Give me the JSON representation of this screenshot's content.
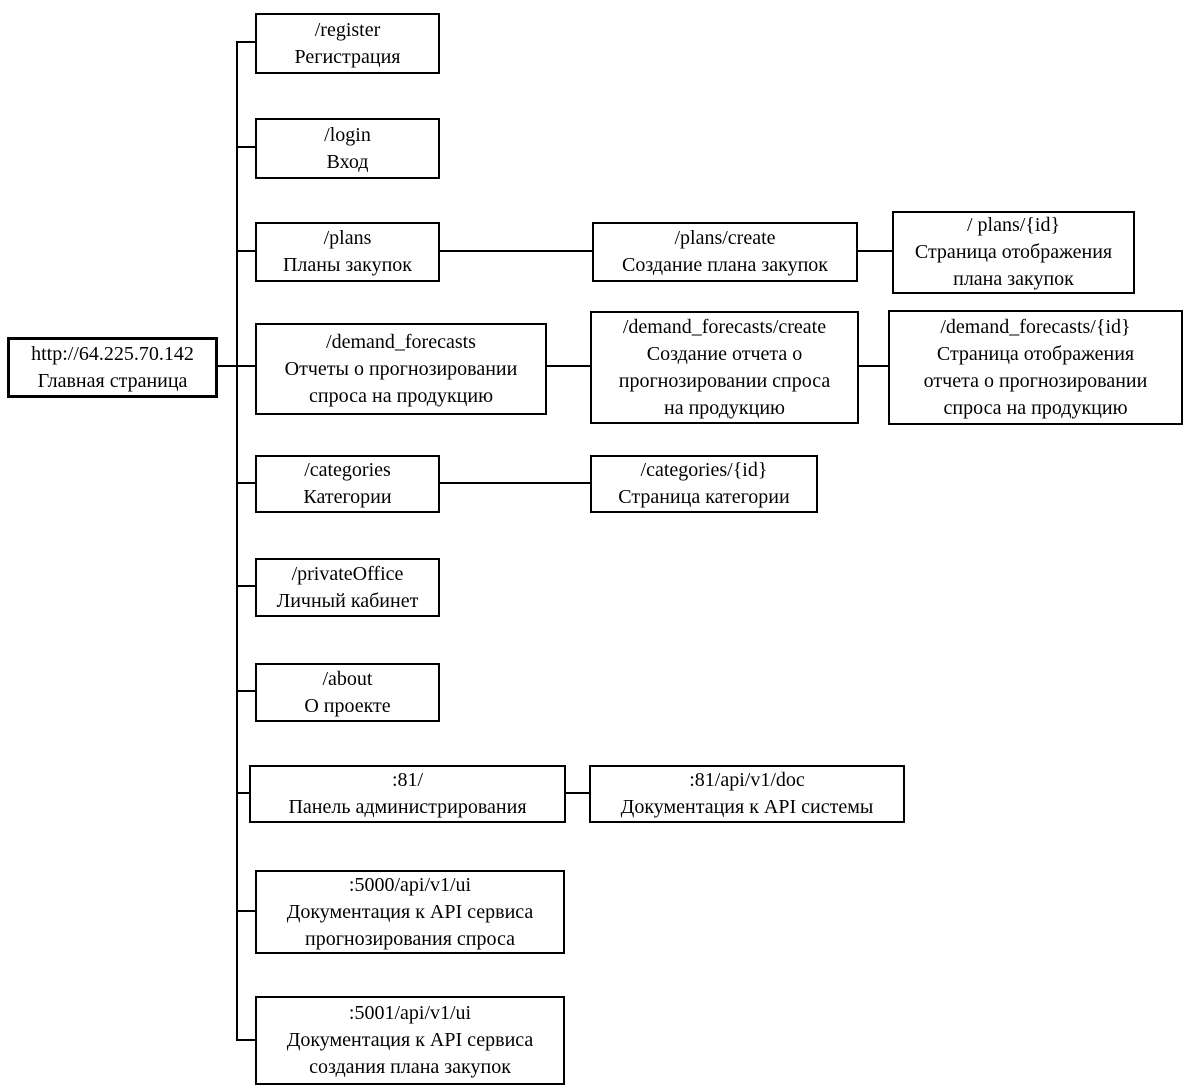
{
  "diagram": {
    "title": "Site map of http://64.225.70.142",
    "background_color": "#ffffff",
    "line_color": "#000000",
    "nodes": {
      "root": {
        "path": "http://64.225.70.142",
        "label": "Главная страница"
      },
      "register": {
        "path": "/register",
        "label": "Регистрация"
      },
      "login": {
        "path": "/login",
        "label": "Вход"
      },
      "plans": {
        "path": "/plans",
        "label": "Планы закупок"
      },
      "plans_create": {
        "path": "/plans/create",
        "label": "Создание плана закупок"
      },
      "plans_id": {
        "path": "/ plans/{id}",
        "label": "Страница отображения\nплана закупок"
      },
      "demand": {
        "path": "/demand_forecasts",
        "label": "Отчеты о прогнозировании\nспроса на продукцию"
      },
      "demand_create": {
        "path": "/demand_forecasts/create",
        "label": "Создание отчета о\nпрогнозировании спроса\nна продукцию"
      },
      "demand_id": {
        "path": "/demand_forecasts/{id}",
        "label": "Страница отображения\nотчета о прогнозировании\nспроса на продукцию"
      },
      "categories": {
        "path": "/categories",
        "label": "Категории"
      },
      "categories_id": {
        "path": "/categories/{id}",
        "label": "Страница категории"
      },
      "private_office": {
        "path": "/privateOffice",
        "label": "Личный кабинет"
      },
      "about": {
        "path": "/about",
        "label": "О проекте"
      },
      "admin": {
        "path": ":81/",
        "label": "Панель администрирования"
      },
      "admin_doc": {
        "path": ":81/api/v1/doc",
        "label": "Документация к API системы"
      },
      "docs_5000": {
        "path": ":5000/api/v1/ui",
        "label": "Документация к API сервиса\nпрогнозирования спроса"
      },
      "docs_5001": {
        "path": ":5001/api/v1/ui",
        "label": "Документация к API сервиса\nсоздания плана закупок"
      }
    }
  }
}
